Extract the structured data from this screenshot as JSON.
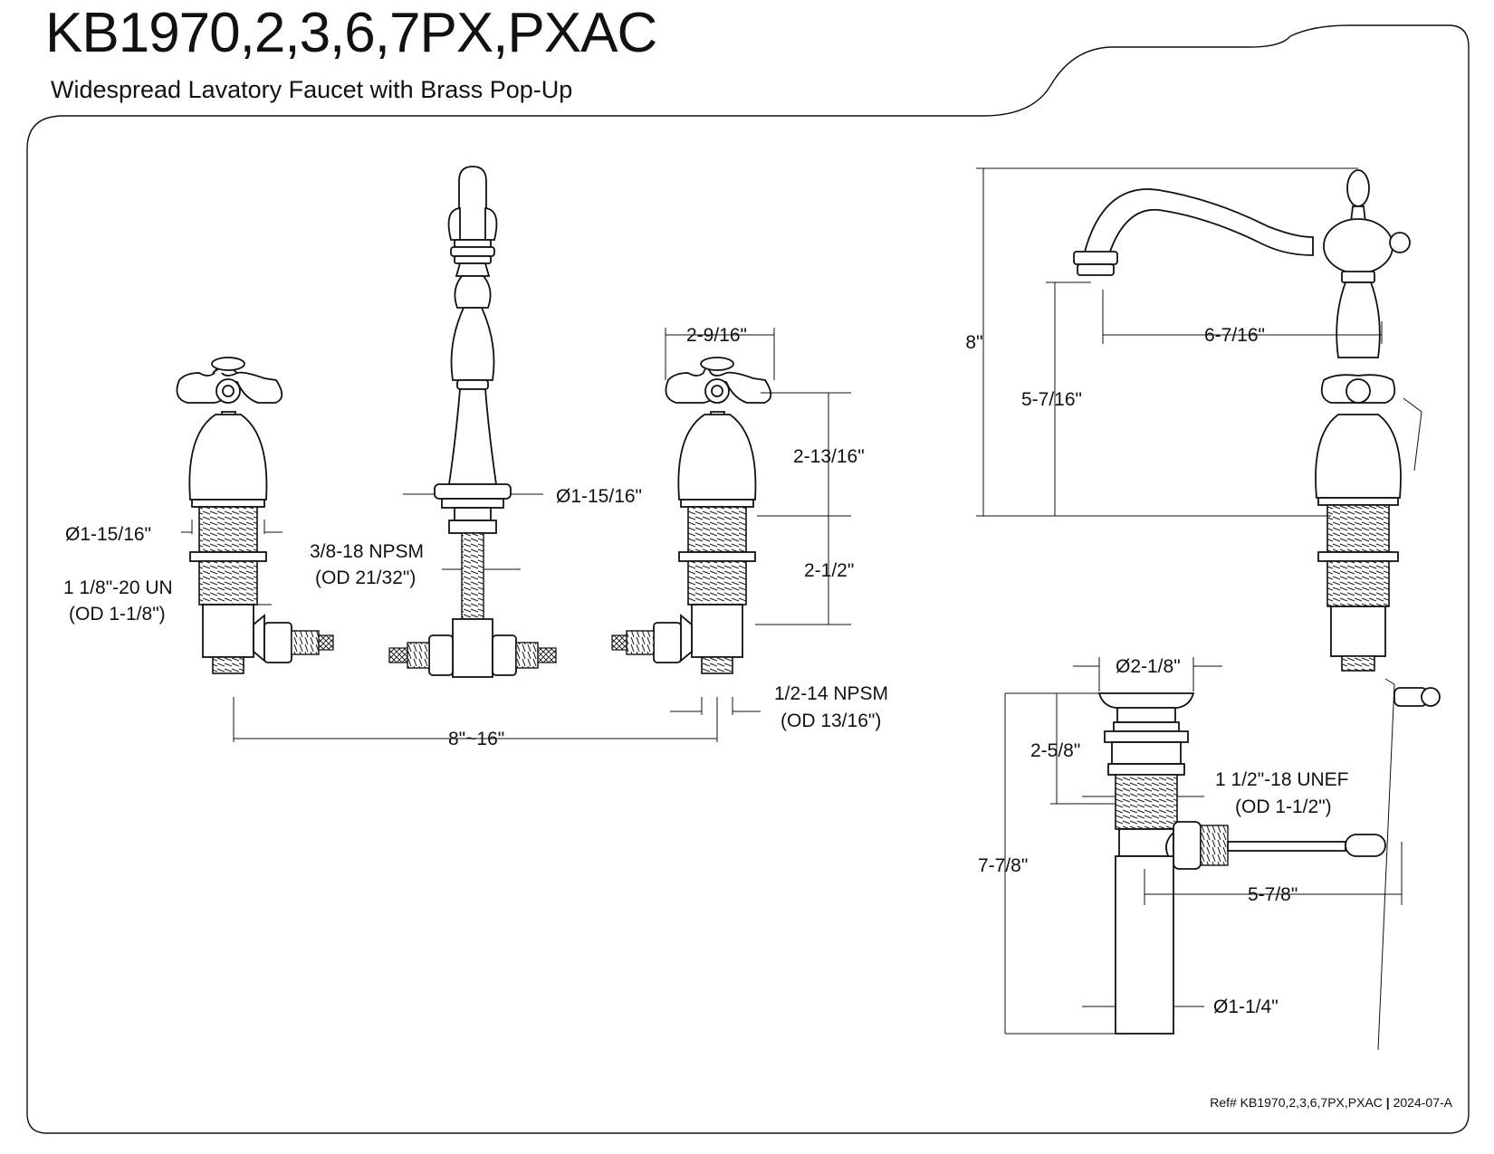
{
  "header": {
    "model": "KB1970,2,3,6,7PX,PXAC",
    "description": "Widespread Lavatory Faucet with Brass Pop-Up"
  },
  "dimensions": {
    "left_handle_diameter": "Ø1-15/16\"",
    "left_thread": "1 1/8\"-20 UN",
    "left_thread_od": "(OD 1-1/8\")",
    "spout_thread": "3/8-18 NPSM",
    "spout_thread_od": "(OD 21/32\")",
    "spout_base_diameter": "Ø1-15/16\"",
    "handle_width": "2-9/16\"",
    "handle_height_above_deck": "2-13/16\"",
    "shank_length": "2-1/2\"",
    "inlet_thread": "1/2-14 NPSM",
    "inlet_thread_od": "(OD 13/16\")",
    "center_spread": "8\"~16\"",
    "overall_height": "8\"",
    "spout_reach": "6-7/16\"",
    "spout_clearance": "5-7/16\"",
    "drain_flange_diameter": "Ø2-1/8\"",
    "drain_upper_height": "2-5/8\"",
    "drain_thread": "1 1/2\"-18 UNEF",
    "drain_thread_od": "(OD 1-1/2\")",
    "drain_total_height": "7-7/8\"",
    "drain_rod_reach": "5-7/8\"",
    "tailpiece_diameter": "Ø1-1/4\""
  },
  "footer": {
    "ref": "Ref# KB1970,2,3,6,7PX,PXAC",
    "revision": "2024-07-A"
  }
}
